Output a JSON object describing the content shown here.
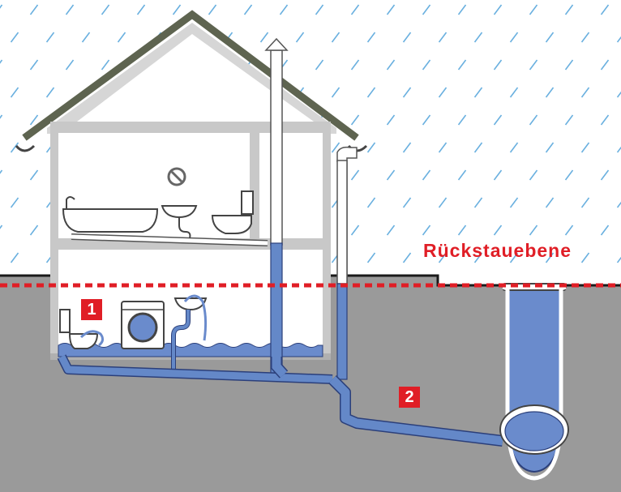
{
  "labels": {
    "backflow_level": "Rückstauebene",
    "marker_1": "1",
    "marker_2": "2"
  },
  "colors": {
    "sky": "#ffffff",
    "rain": "#6ab0df",
    "ground": "#999999",
    "wall": "#c8c8c8",
    "roof": "#5e6450",
    "pipe": "#6488c8",
    "pipe_outline": "#2b3f7a",
    "water": "#6a8bcc",
    "backflow_line": "#e01e26",
    "badge": "#e01e26"
  }
}
